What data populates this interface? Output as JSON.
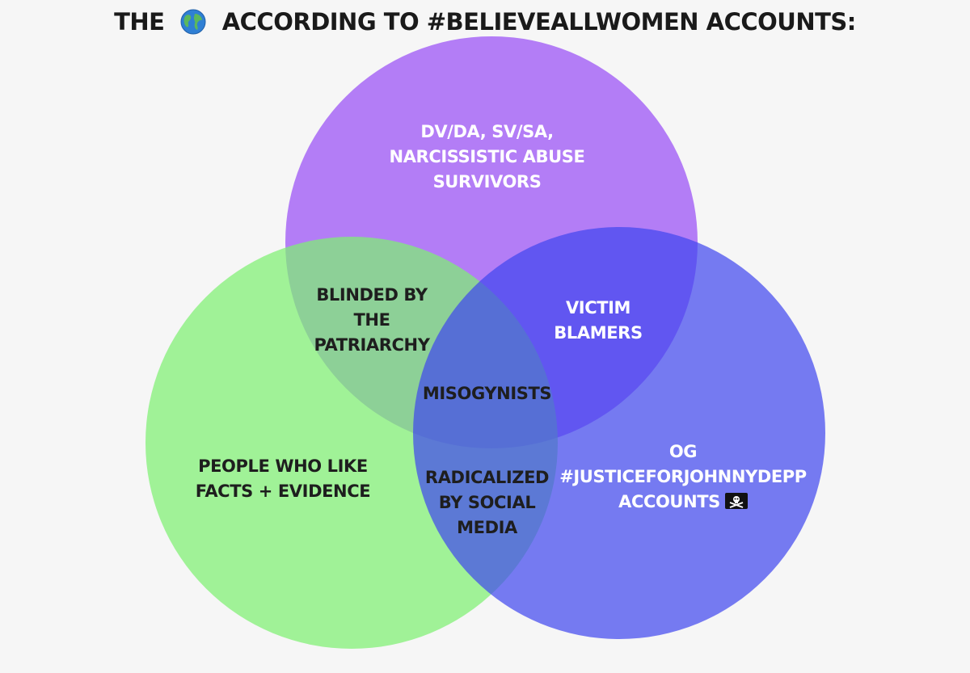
{
  "title": {
    "before": "THE",
    "icon": "globe-icon",
    "after": "ACCORDING TO #BELIEVEALLWOMEN ACCOUNTS:"
  },
  "colors": {
    "background": "#f6f6f6",
    "circle_top": "#a461f5",
    "circle_left": "#7ef071",
    "circle_right": "#3e46ef",
    "text_light": "#ffffff",
    "text_dark": "#1e1e1e"
  },
  "sets": {
    "top": "DV/DA, SV/SA,\nNARCISSISTIC ABUSE\nSURVIVORS",
    "left": "PEOPLE WHO LIKE\nFACTS + EVIDENCE",
    "right": "OG\n#JUSTICEFORJOHNNYDEPP\nACCOUNTS",
    "right_icon": "pirate-flag-icon"
  },
  "intersections": {
    "top_left": "BLINDED BY\nTHE\nPATRIARCHY",
    "top_right": "VICTIM\nBLAMERS",
    "center": "MISOGYNISTS",
    "left_right": "RADICALIZED\nBY SOCIAL\nMEDIA"
  }
}
